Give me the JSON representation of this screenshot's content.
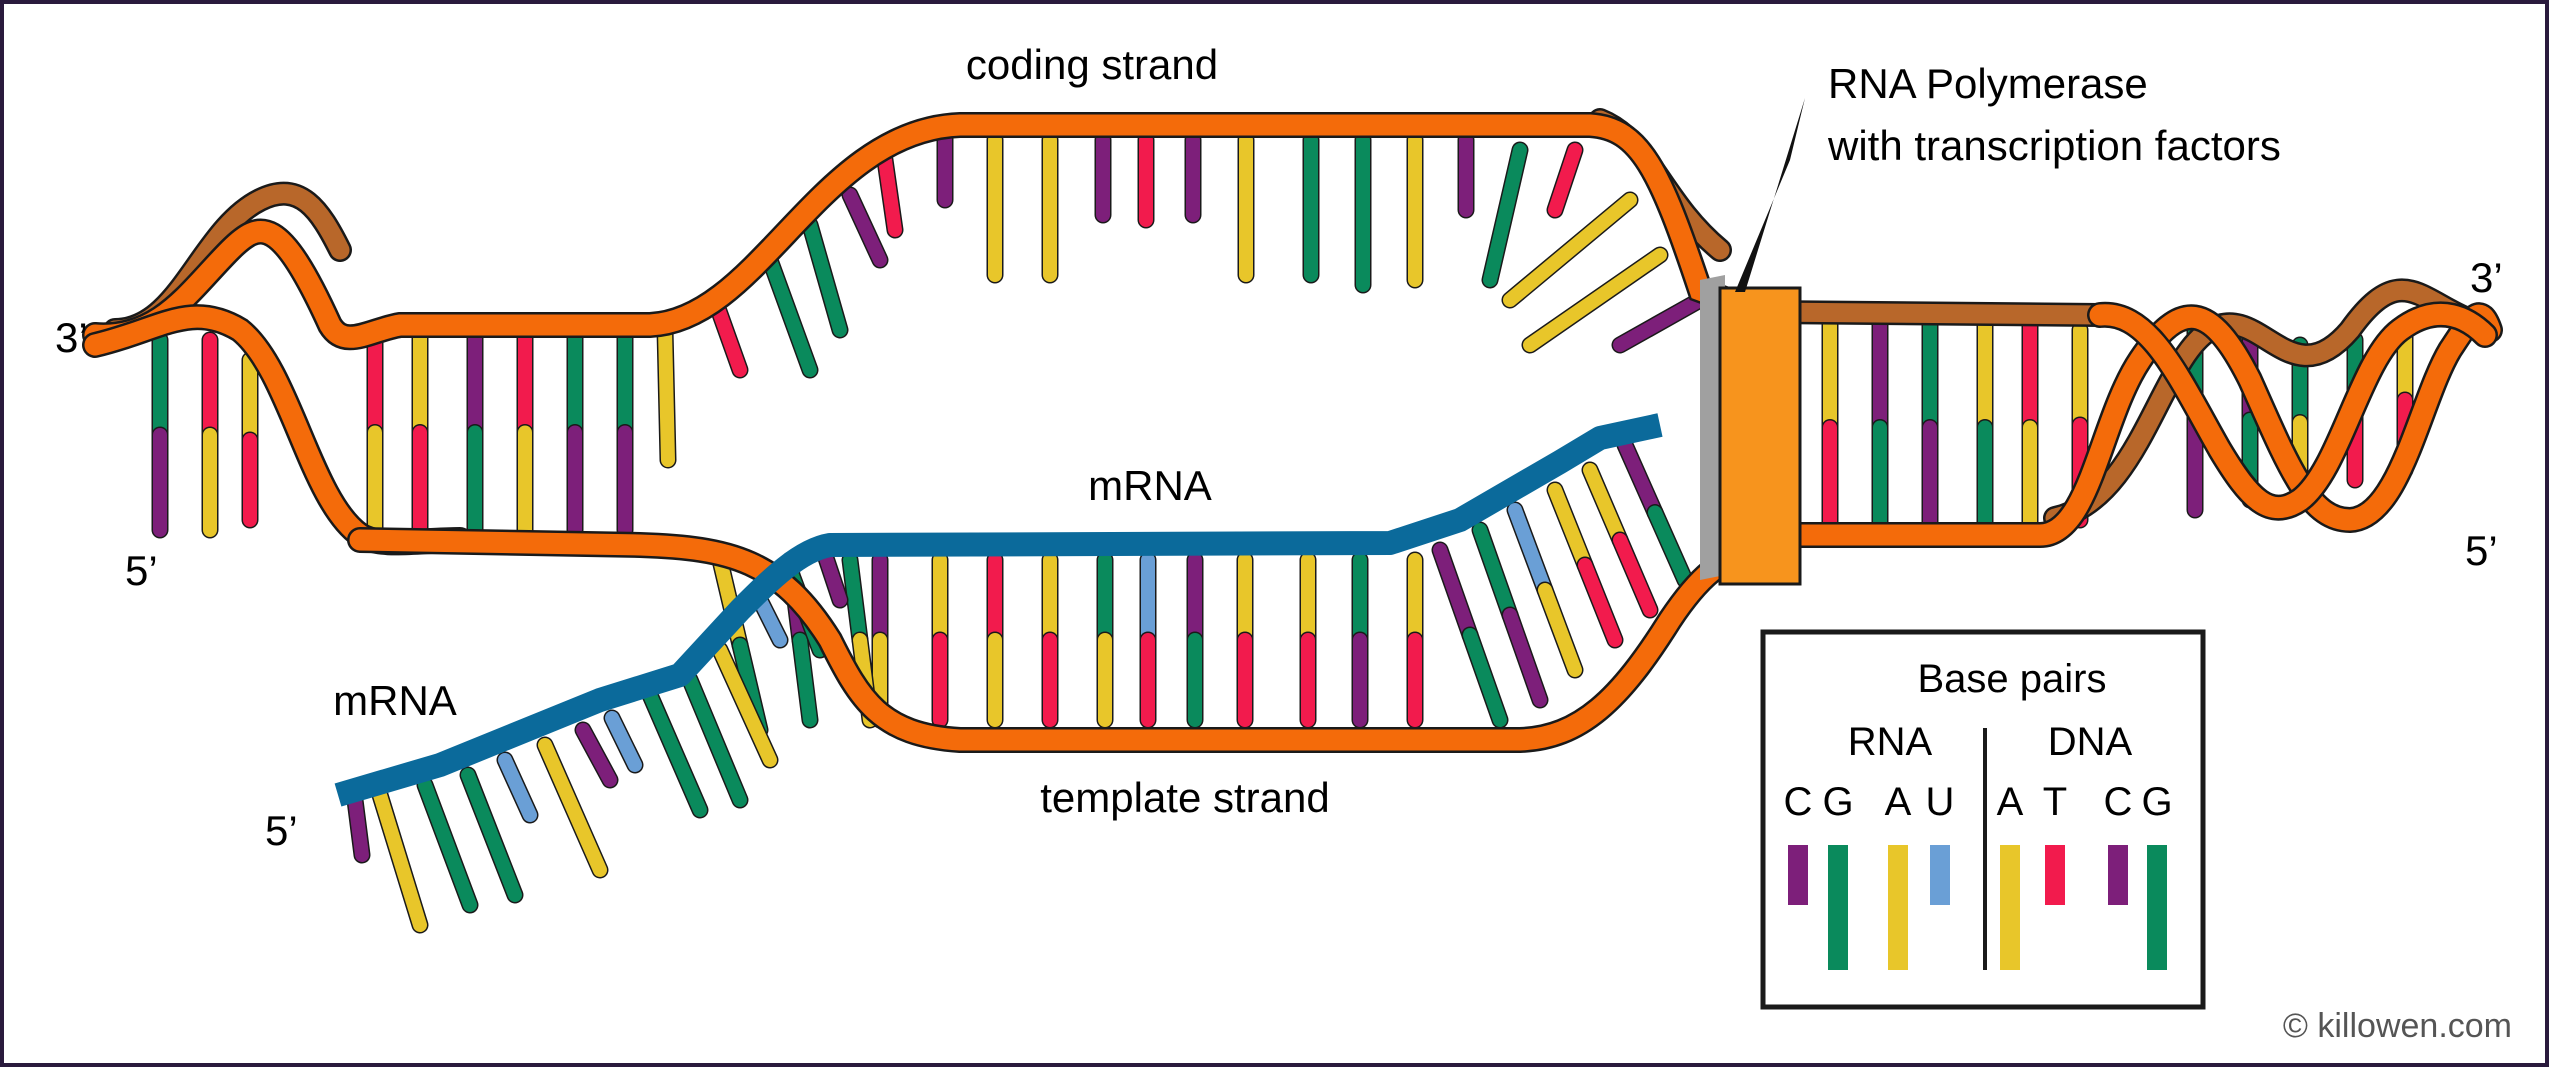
{
  "labels": {
    "coding_strand": "coding strand",
    "template_strand": "template strand",
    "mrna_center": "mRNA",
    "mrna_left": "mRNA",
    "end_top_left": "3’",
    "end_bottom_left": "5’",
    "end_top_right": "3’",
    "end_bottom_right": "5’",
    "end_mrna": "5’",
    "polymerase_line1": "RNA Polymerase",
    "polymerase_line2": "with transcription factors"
  },
  "legend": {
    "title": "Base pairs",
    "rna_header": "RNA",
    "dna_header": "DNA",
    "rna_letters": [
      "C",
      "G",
      "A",
      "U"
    ],
    "dna_letters": [
      "A",
      "T",
      "C",
      "G"
    ]
  },
  "copyright": "© killowen.com",
  "colors": {
    "strand_orange": "#f46b0a",
    "strand_brown": "#b8672a",
    "polymerase_orange": "#f7941d",
    "polymerase_gray": "#a0a0a0",
    "mrna_blue": "#0b6a9b",
    "base_purple": "#7d1f7a",
    "base_green": "#0a8a5c",
    "base_yellow": "#e8c62a",
    "base_blue": "#6a9fd6",
    "base_red": "#f21b4d",
    "frame": "#2a1a3d"
  }
}
